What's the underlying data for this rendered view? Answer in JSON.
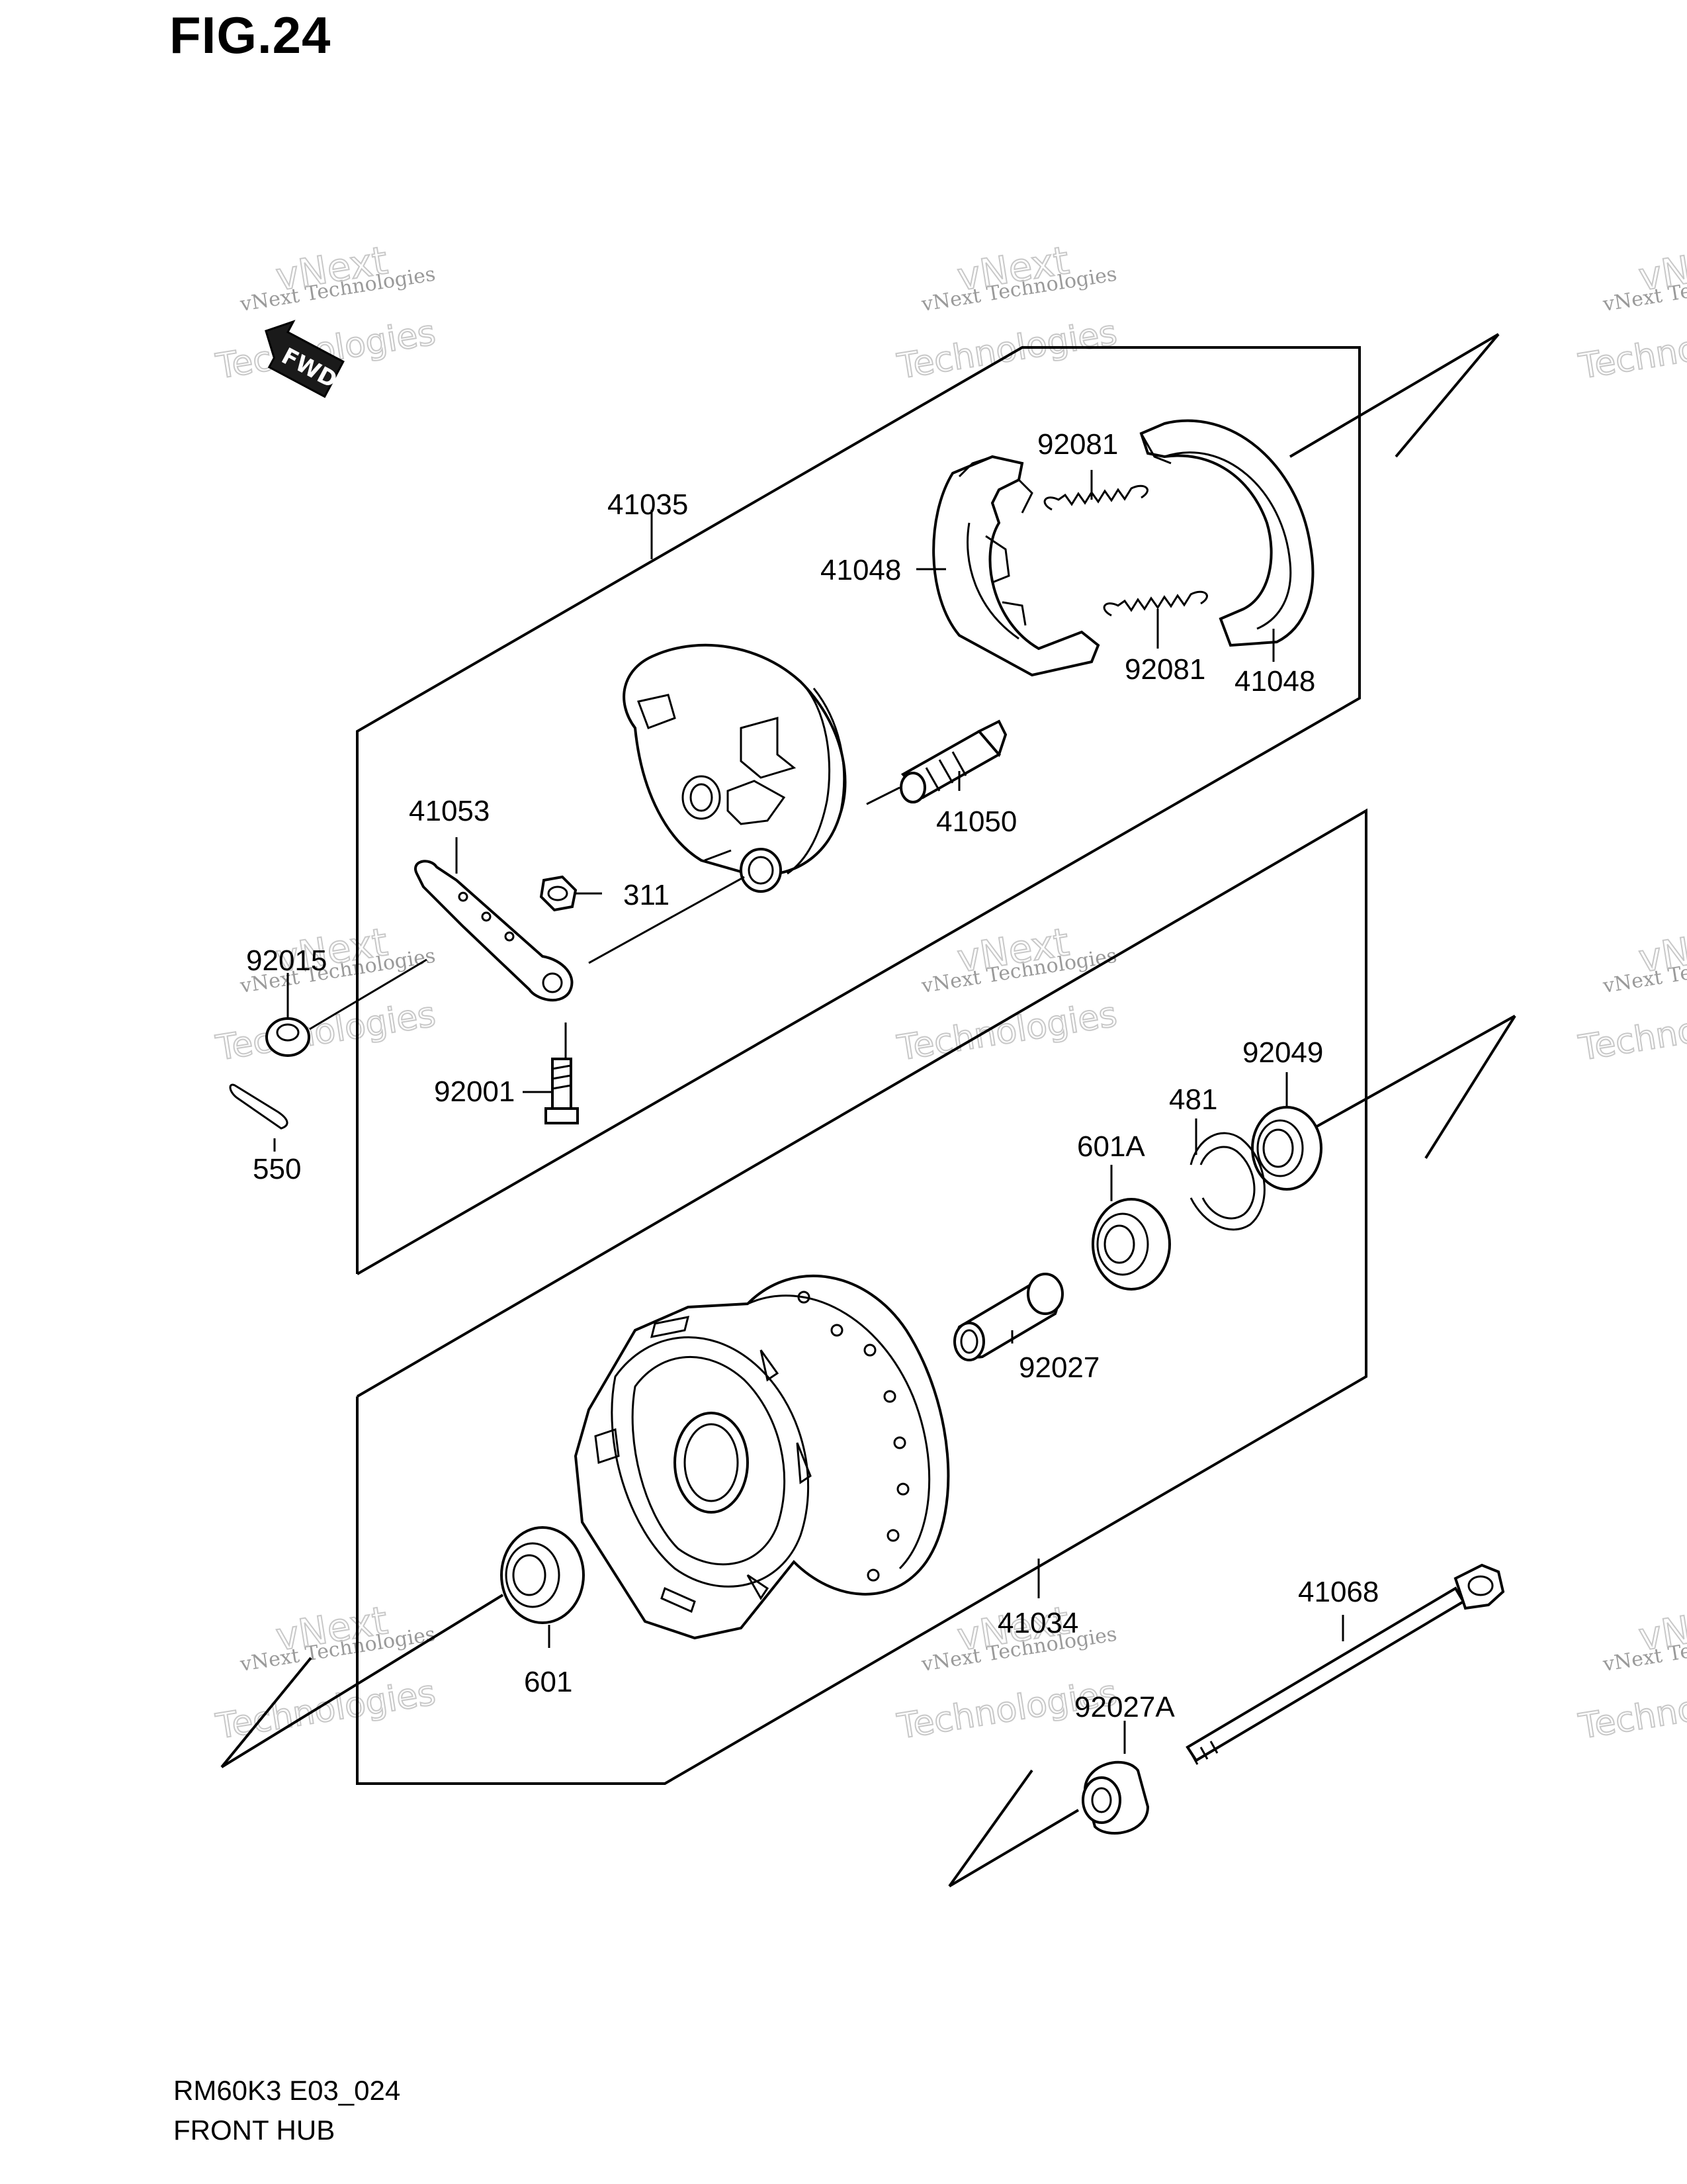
{
  "header": {
    "figure": "FIG.24"
  },
  "footer": {
    "code": "RM60K3 E03_024",
    "name": "FRONT HUB"
  },
  "badge": {
    "text": "FWD"
  },
  "watermark": {
    "line1": "vNext Technologies",
    "line2": "vNext",
    "line3": "Technologies"
  },
  "callouts": {
    "c41035": "41035",
    "c92081a": "92081",
    "c41048a": "41048",
    "c92081b": "92081",
    "c41048b": "41048",
    "c41050": "41050",
    "c41053": "41053",
    "c311": "311",
    "c92015": "92015",
    "c92001": "92001",
    "c550": "550",
    "c92049": "92049",
    "c481": "481",
    "c601a": "601A",
    "c92027": "92027",
    "c41034": "41034",
    "c601": "601",
    "c41068": "41068",
    "c92027a": "92027A"
  }
}
